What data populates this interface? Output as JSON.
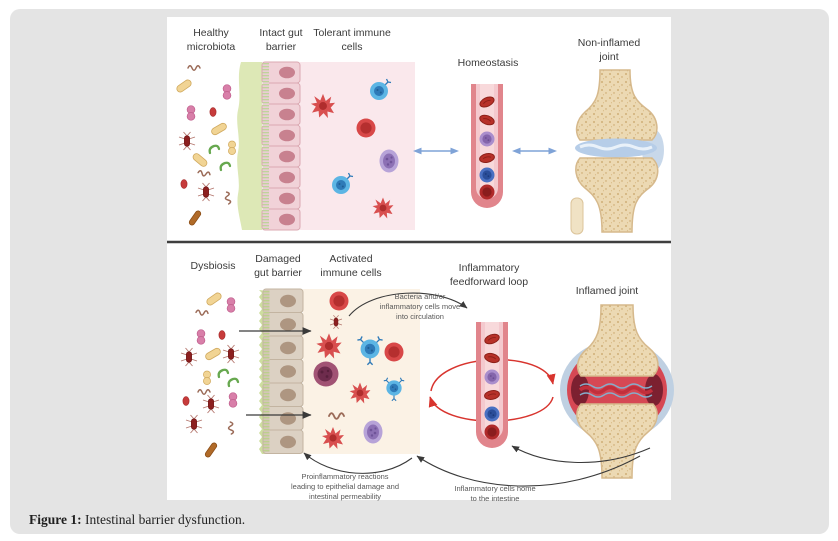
{
  "figure_caption": {
    "label": "Figure 1:",
    "text": " Intestinal barrier dysfunction."
  },
  "top_panel": {
    "healthy_microbiota": "Healthy\nmicrobiota",
    "intact_gut_barrier": "Intact gut\nbarrier",
    "tolerant_immune_cells": "Tolerant immune\ncells",
    "homeostasis": "Homeostasis",
    "non_inflamed_joint": "Non-inflamed\njoint"
  },
  "bottom_panel": {
    "dysbiosis": "Dysbiosis",
    "damaged_gut_barrier": "Damaged\ngut barrier",
    "activated_immune_cells": "Activated\nimmune cells",
    "inflammatory_feedforward_loop": "Inflammatory\nfeedforward loop",
    "inflamed_joint": "Inflamed joint",
    "bacteria_move_annotation": "Bacteria and/or\ninflammatory cells move\ninto circulation",
    "proinflammatory_annotation": "Proinflammatory reactions\nleading to epithelial damage and\nintestinal permeability",
    "cells_home_annotation": "Inflammatory cells home\nto the intestine"
  },
  "colors": {
    "background_gray": "#e4e4e4",
    "panel_white": "#ffffff",
    "divider_dark": "#3f3f3f",
    "mucus_green": "#dde8b6",
    "epithelium_pink": "#f1d2d8",
    "epithelium_nucleus_pink": "#c8818f",
    "epithelium_damaged_taupe": "#dcd1c3",
    "epithelium_damaged_nucleus": "#ae9681",
    "immune_zone_pink": "#fae8ec",
    "immune_zone_cream": "#fbf2e5",
    "vessel_wall_pink": "#e1858c",
    "vessel_lumen_pink": "#f4c9ce",
    "rbc_red": "#b73129",
    "immune_blue": "#5cb5e4",
    "immune_red": "#d84848",
    "immune_purple": "#b7a3d8",
    "homeostasis_arrow_blue": "#7fa3d7",
    "feedforward_loop_red": "#d8342e",
    "annotation_arrow_black": "#3a3a3a",
    "bone_tan": "#ecd9b3",
    "cartilage_blue": "#b6cde8",
    "inflamed_synovium_red": "#d64854",
    "inflamed_dark_red": "#7c2030"
  }
}
